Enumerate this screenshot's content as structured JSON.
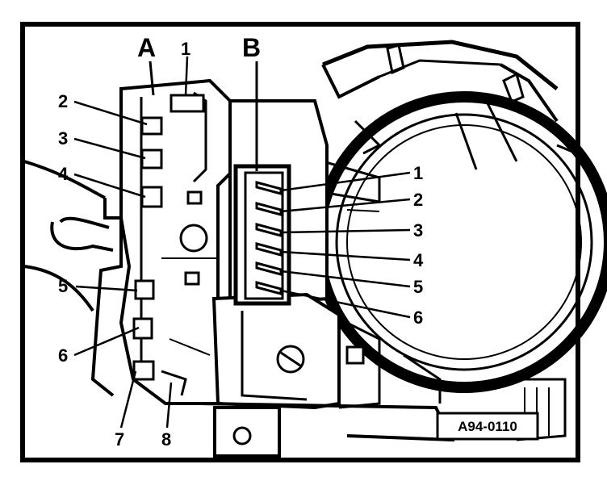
{
  "connector_labels": {
    "a": "A",
    "b": "B"
  },
  "connector_a_pins": [
    "1",
    "2",
    "3",
    "4",
    "5",
    "6",
    "7",
    "8"
  ],
  "connector_b_pins": [
    "1",
    "2",
    "3",
    "4",
    "5",
    "6"
  ],
  "figure_ref": "A94-0110"
}
